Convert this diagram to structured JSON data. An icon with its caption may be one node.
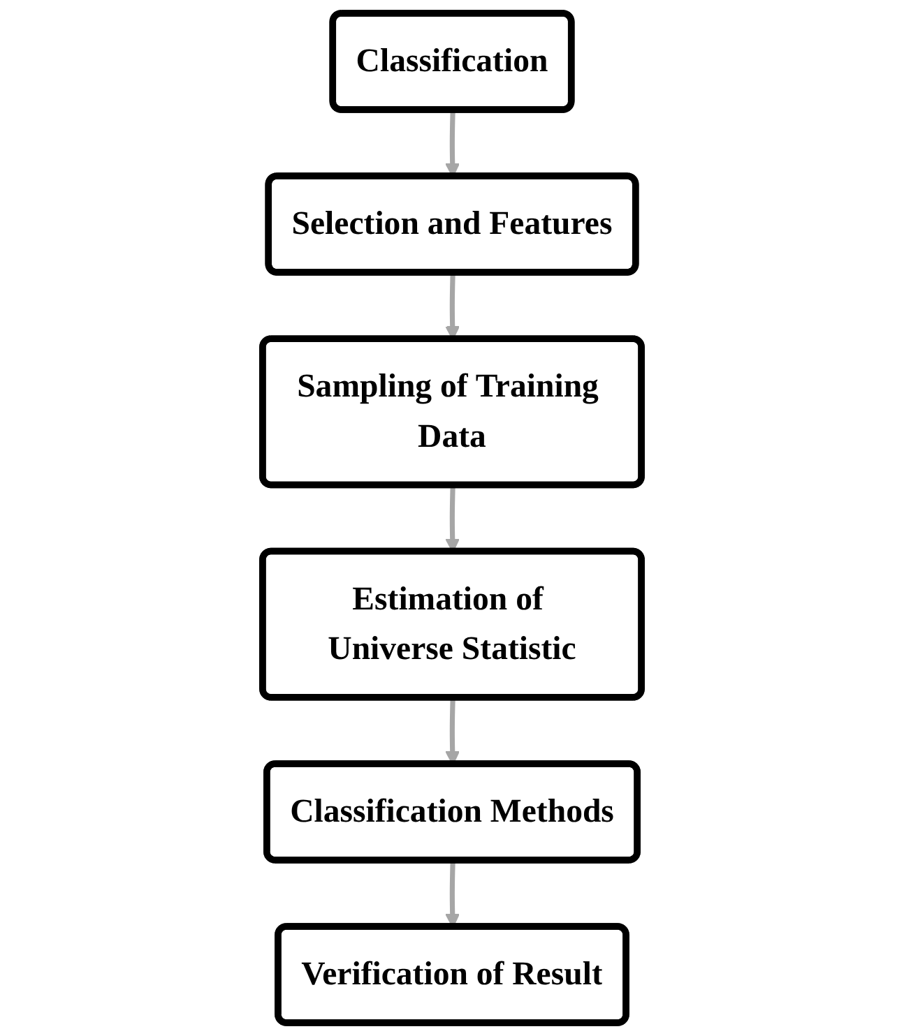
{
  "diagram": {
    "nodes": [
      {
        "text": [
          "Classification"
        ]
      },
      {
        "text": [
          "Selection and Features"
        ]
      },
      {
        "text": [
          "Sampling of Training Data"
        ]
      },
      {
        "text": [
          "Estimation of Universe Statistic"
        ]
      },
      {
        "text": [
          "Classification Methods"
        ]
      },
      {
        "text": [
          "Verification of Result"
        ]
      }
    ],
    "edges": [
      {
        "from": 0,
        "to": 1,
        "arrow": "to"
      },
      {
        "from": 1,
        "to": 2,
        "arrow": "to"
      },
      {
        "from": 2,
        "to": 3,
        "arrow": "to"
      },
      {
        "from": 3,
        "to": 4,
        "arrow": "to"
      },
      {
        "from": 4,
        "to": 5,
        "arrow": "to"
      }
    ]
  }
}
